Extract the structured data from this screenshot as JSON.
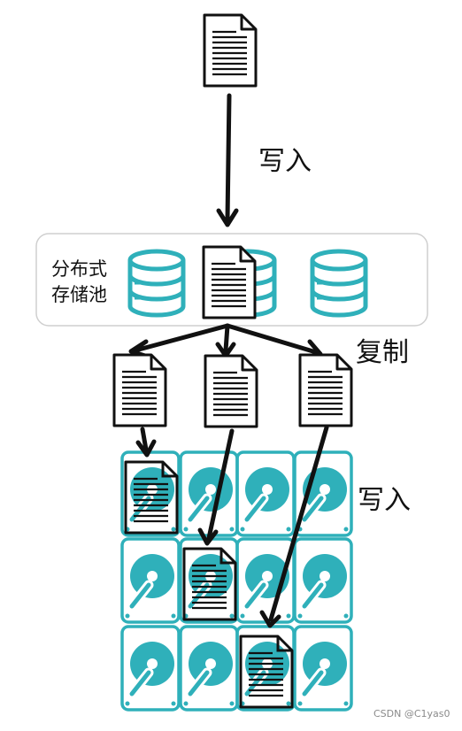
{
  "labels": {
    "write_top": "写入",
    "pool_name": "分布式存储池",
    "replicate": "复制",
    "write_bottom": "写入"
  },
  "watermark": "CSDN @C1yas0",
  "colors": {
    "teal": "#2fb0ba",
    "ink": "#111111",
    "pool_border": "#cfcfcf"
  },
  "icons": {
    "document": "document-icon",
    "database": "database-icon",
    "hard_drive": "hard-drive-icon"
  }
}
